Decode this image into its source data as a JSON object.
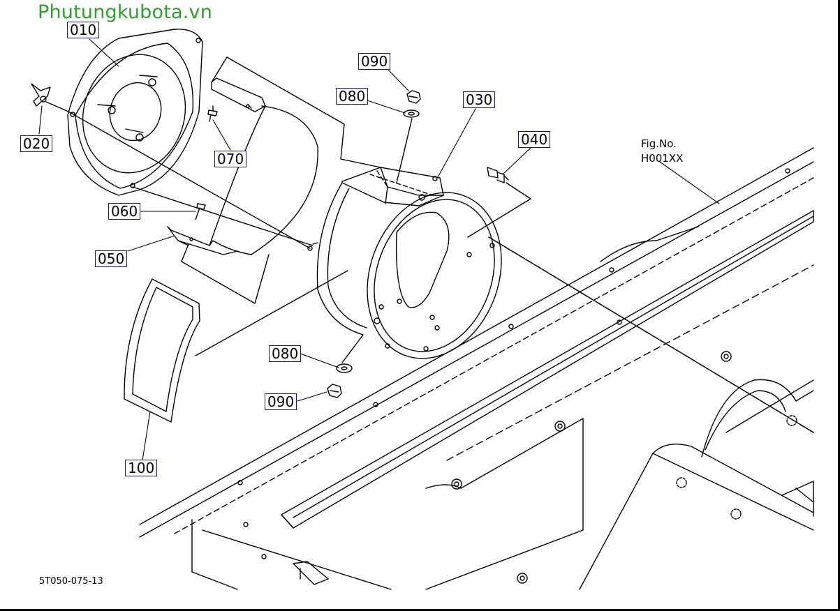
{
  "watermark": {
    "text": "Phutungkubota.vn",
    "color": "#2ea02e"
  },
  "callouts": [
    {
      "id": "010",
      "label": "010"
    },
    {
      "id": "020",
      "label": "020"
    },
    {
      "id": "030",
      "label": "030"
    },
    {
      "id": "040",
      "label": "040"
    },
    {
      "id": "050",
      "label": "050"
    },
    {
      "id": "060",
      "label": "060"
    },
    {
      "id": "070",
      "label": "070"
    },
    {
      "id": "080-top",
      "label": "080"
    },
    {
      "id": "090-top",
      "label": "090"
    },
    {
      "id": "080-bottom",
      "label": "080"
    },
    {
      "id": "090-bottom",
      "label": "090"
    },
    {
      "id": "100",
      "label": "100"
    }
  ],
  "figure": {
    "title": "Fig.No.",
    "number": "H001XX"
  },
  "drawing_code": "5T050-075-13",
  "colors": {
    "line": "#000000",
    "label_border": "#1a1a6e"
  }
}
